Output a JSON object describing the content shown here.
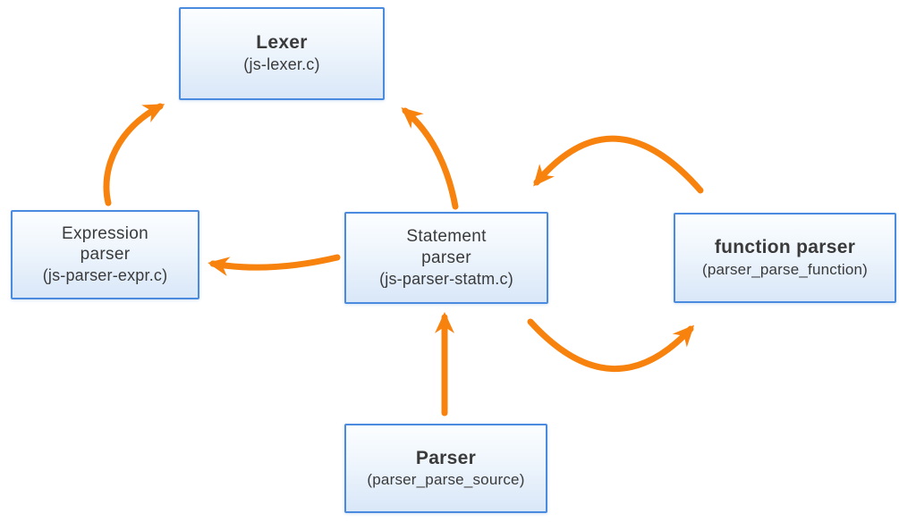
{
  "diagram": {
    "description": "Parser architecture diagram with five modules connected by orange arrows",
    "colors": {
      "arrow": "#F7820D",
      "box_border": "#4A8BDF",
      "box_fill_top": "#FCFEFF",
      "box_fill_bottom": "#D9E7F8",
      "text": "#3A3A3A",
      "background": "#FFFFFF"
    },
    "nodes": [
      {
        "id": "lexer",
        "name": "Lexer",
        "file": "(js-lexer.c)"
      },
      {
        "id": "expression-parser",
        "name": "Expression\nparser",
        "file": "(js-parser-expr.c)"
      },
      {
        "id": "statement-parser",
        "name": "Statement\nparser",
        "file": "(js-parser-statm.c)"
      },
      {
        "id": "function-parser",
        "name": "function parser",
        "file": "(parser_parse_function)"
      },
      {
        "id": "parser",
        "name": "Parser",
        "file": "(parser_parse_source)"
      }
    ],
    "edges": [
      {
        "id": "expression-parser-to-lexer",
        "from": "Expression parser",
        "to": "Lexer"
      },
      {
        "id": "statement-parser-to-lexer",
        "from": "Statement parser",
        "to": "Lexer"
      },
      {
        "id": "statement-parser-to-expression-parser",
        "from": "Statement parser",
        "to": "Expression parser"
      },
      {
        "id": "function-parser-to-statement-parser",
        "from": "function parser",
        "to": "Statement parser"
      },
      {
        "id": "statement-parser-to-function-parser",
        "from": "Statement parser",
        "to": "function parser"
      },
      {
        "id": "parser-to-statement-parser",
        "from": "Parser",
        "to": "Statement parser"
      }
    ]
  }
}
